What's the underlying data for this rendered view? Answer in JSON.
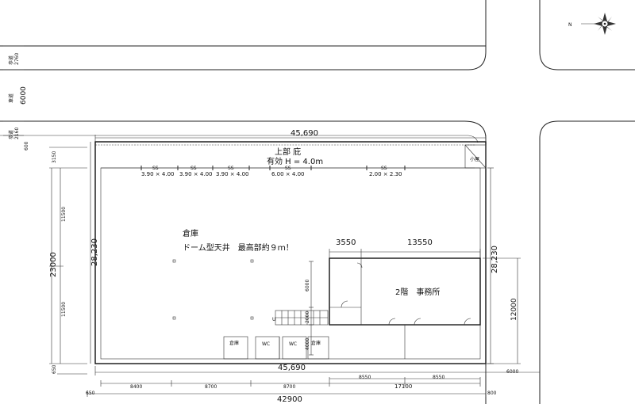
{
  "compass": {
    "north_label": "N",
    "icon": "compass-rose-icon"
  },
  "road": {
    "sidewalk_label": "歩道",
    "sidewalk_top_width": "2760",
    "roadway_label": "車道",
    "roadway_width": "6000",
    "sidewalk_bottom_width": "2160"
  },
  "dimensions": {
    "top_total": "45,690",
    "bottom_total": "45,690",
    "left_height": "28,230",
    "right_height": "28,230",
    "far_left_total": "23000",
    "far_left_upper": "11500",
    "far_left_lower": "11500",
    "far_left_top": "3150",
    "far_left_bottom": "650",
    "left_top_offset": "600",
    "office_width_left": "3550",
    "office_width_right": "13550",
    "office_height": "12000",
    "office_inner_6000": "6000",
    "office_inner_2000": "2000",
    "office_inner_4000": "4000",
    "right_offset_6000": "6000",
    "bottom_seg_1": "8400",
    "bottom_seg_2": "8700",
    "bottom_seg_3": "8700",
    "bottom_seg_4": "8550",
    "bottom_seg_5": "8550",
    "bottom_sub_17100": "17100",
    "bottom_total_42900": "42900",
    "bottom_left_offset": "650",
    "bottom_right_offset": "800"
  },
  "labels": {
    "canopy_title": "上部 庇",
    "canopy_height": "有効 H = 4.0m",
    "warehouse": "倉庫",
    "dome_ceiling": "ドーム型天井　最高部約９ｍ！",
    "office": "2階　事務所",
    "storage_a": "倉庫",
    "storage_b": "倉庫",
    "wc_1": "WC",
    "wc_2": "WC",
    "corner_room": "小屋",
    "up_mark": "U"
  },
  "shutters": [
    {
      "tag": "SS",
      "size": "3.90 × 4.00"
    },
    {
      "tag": "SS",
      "size": "3.90 × 4.00"
    },
    {
      "tag": "SS",
      "size": "3.90 × 4.00"
    },
    {
      "tag": "SS",
      "size": "6.00 × 4.00"
    },
    {
      "tag": "SS",
      "size": "2.00 × 2.30"
    }
  ]
}
